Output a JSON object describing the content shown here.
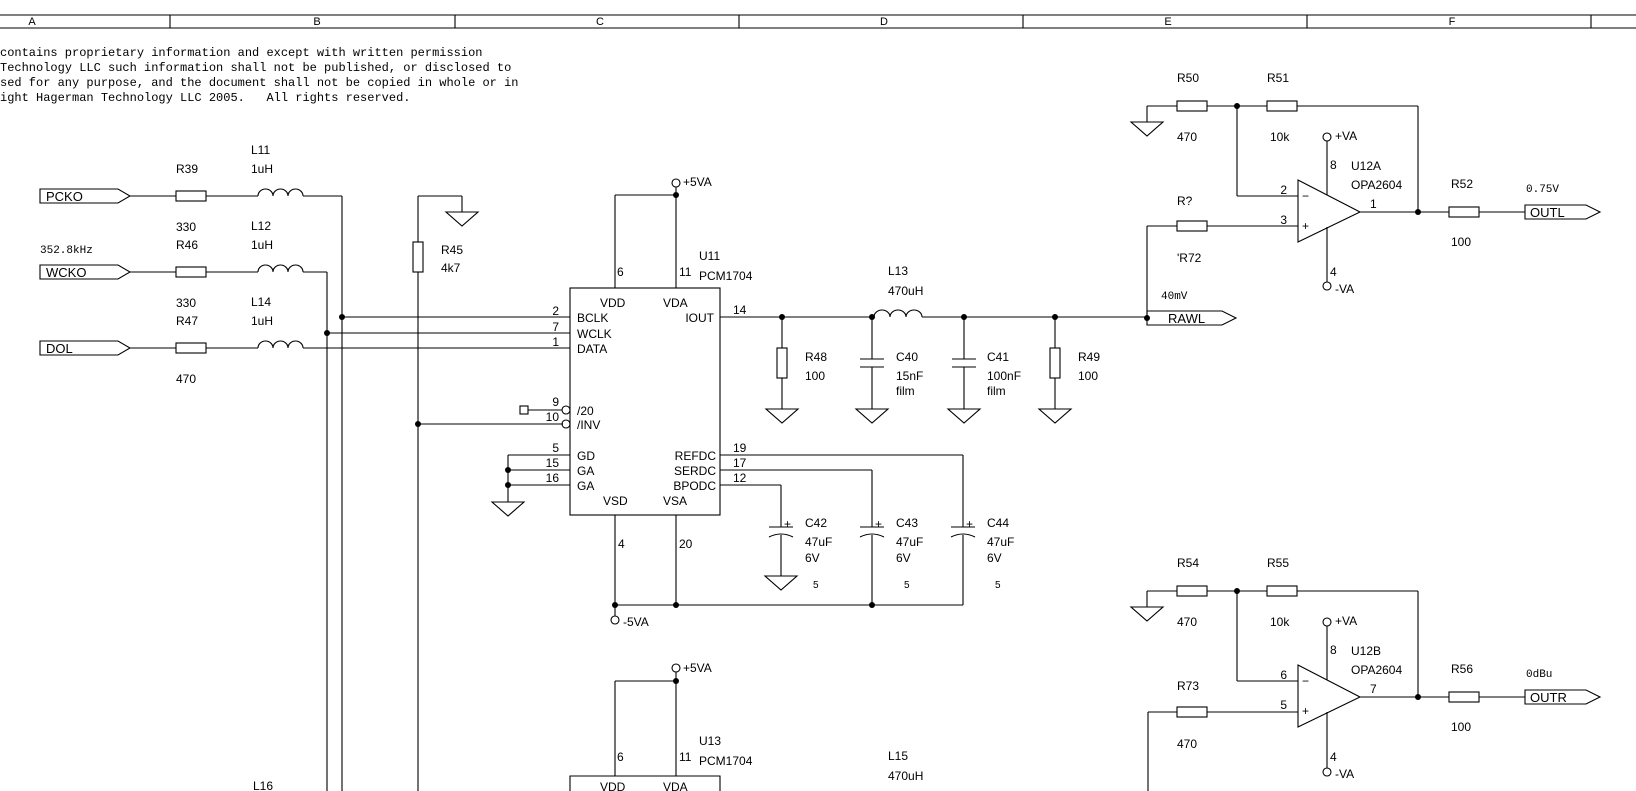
{
  "border": {
    "columns": [
      "A",
      "B",
      "C",
      "D",
      "E",
      "F"
    ]
  },
  "notice": {
    "lines": [
      "contains proprietary information and except with written permission",
      "Technology LLC such information shall not be published, or disclosed to",
      "sed for any purpose, and the document shall not be copied in whole or in",
      "ight Hagerman Technology LLC 2005.   All rights reserved."
    ]
  },
  "ports": {
    "pcko": "PCKO",
    "wcko": "WCKO",
    "dol": "DOL",
    "rawl": "RAWL",
    "outl": "OUTL",
    "outr": "OUTR"
  },
  "net_notes": {
    "wcko_freq": "352.8kHz",
    "rawl_level": "40mV",
    "outl_level": "0.75V",
    "outr_level": "0dBu"
  },
  "rails": {
    "pos_5va": "+5VA",
    "neg_5va": "-5VA",
    "pos_va": "+VA",
    "neg_va": "-VA"
  },
  "components": {
    "r39": {
      "ref": "R39",
      "value": "330"
    },
    "r46": {
      "ref": "R46",
      "value": "330"
    },
    "r47": {
      "ref": "R47",
      "value": "470"
    },
    "l11": {
      "ref": "L11",
      "value": "1uH"
    },
    "l12": {
      "ref": "L12",
      "value": "1uH"
    },
    "l14": {
      "ref": "L14",
      "value": "1uH"
    },
    "l16": {
      "ref": "L16"
    },
    "r45": {
      "ref": "R45",
      "value": "4k7"
    },
    "u11": {
      "ref": "U11",
      "part": "PCM1704"
    },
    "u13": {
      "ref": "U13",
      "part": "PCM1704"
    },
    "l13": {
      "ref": "L13",
      "value": "470uH"
    },
    "l15": {
      "ref": "L15",
      "value": "470uH"
    },
    "r48": {
      "ref": "R48",
      "value": "100"
    },
    "c40": {
      "ref": "C40",
      "value": "15nF",
      "note": "film"
    },
    "c41": {
      "ref": "C41",
      "value": "100nF",
      "note": "film"
    },
    "r49": {
      "ref": "R49",
      "value": "100"
    },
    "c42": {
      "ref": "C42",
      "value": "47uF",
      "voltage": "6V",
      "pkg": "5"
    },
    "c43": {
      "ref": "C43",
      "value": "47uF",
      "voltage": "6V",
      "pkg": "5"
    },
    "c44": {
      "ref": "C44",
      "value": "47uF",
      "voltage": "6V",
      "pkg": "5"
    },
    "r50": {
      "ref": "R50",
      "value": "470"
    },
    "r51": {
      "ref": "R51",
      "value": "10k"
    },
    "rq": {
      "ref": "R?",
      "value": "'R72"
    },
    "u12a": {
      "ref": "U12A",
      "part": "OPA2604"
    },
    "r52": {
      "ref": "R52",
      "value": "100"
    },
    "r54": {
      "ref": "R54",
      "value": "470"
    },
    "r55": {
      "ref": "R55",
      "value": "10k"
    },
    "r73": {
      "ref": "R73",
      "value": "470"
    },
    "u12b": {
      "ref": "U12B",
      "part": "OPA2604"
    },
    "r56": {
      "ref": "R56",
      "value": "100"
    }
  },
  "u11_pins": {
    "names": {
      "vdd": "VDD",
      "vda": "VDA",
      "bclk": "BCLK",
      "wclk": "WCLK",
      "data": "DATA",
      "iout": "IOUT",
      "div20": "/20",
      "inv": "/INV",
      "gd": "GD",
      "ga1": "GA",
      "ga2": "GA",
      "refdc": "REFDC",
      "serdc": "SERDC",
      "bpodc": "BPODC",
      "vsd": "VSD",
      "vsa": "VSA"
    },
    "numbers": {
      "vdd": "6",
      "vda": "11",
      "bclk": "2",
      "wclk": "7",
      "data": "1",
      "iout": "14",
      "div20": "9",
      "inv": "10",
      "gd": "5",
      "ga1": "15",
      "ga2": "16",
      "refdc": "19",
      "serdc": "17",
      "bpodc": "12",
      "vsd": "4",
      "vsa": "20"
    }
  },
  "u13_pins": {
    "names": {
      "vdd": "VDD",
      "vda": "VDA"
    },
    "numbers": {
      "vdd": "6",
      "vda": "11"
    }
  },
  "opamp_pins": {
    "a": {
      "minus": "2",
      "plus": "3",
      "out": "1",
      "vpos": "8",
      "vneg": "4"
    },
    "b": {
      "minus": "6",
      "plus": "5",
      "out": "7",
      "vpos": "8",
      "vneg": "4"
    },
    "signs": {
      "minus": "−",
      "plus": "+"
    }
  },
  "cap_polarity": "+"
}
